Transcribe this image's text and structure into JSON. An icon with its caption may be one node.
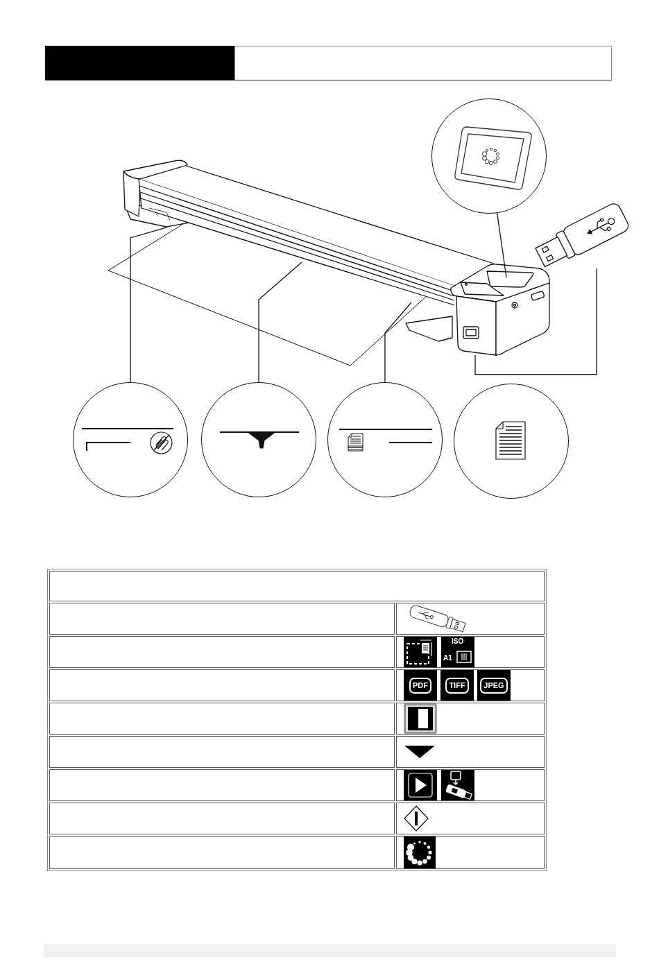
{
  "diagram": {
    "nodes": [
      {
        "text": [],
        "shape": "circle"
      },
      {
        "text": [],
        "shape": "picture"
      },
      {
        "text": [],
        "shape": "picture"
      },
      {
        "text": [],
        "shape": "picture"
      },
      {
        "text": [],
        "shape": "circle"
      },
      {
        "text": [],
        "shape": "circle"
      },
      {
        "text": [],
        "shape": "circle"
      },
      {
        "text": [],
        "shape": "circle"
      }
    ],
    "edges": [
      {
        "from": 0,
        "to": 3,
        "arrow": "none"
      },
      {
        "from": 4,
        "to": 1,
        "arrow": "none"
      },
      {
        "from": 5,
        "to": 1,
        "arrow": "none"
      },
      {
        "from": 6,
        "to": 1,
        "arrow": "none"
      },
      {
        "from": 2,
        "to": 3,
        "arrow": "none"
      }
    ],
    "labels": [
      "ISO",
      "A1",
      "PDF",
      "TIFF",
      "JPEG"
    ]
  }
}
